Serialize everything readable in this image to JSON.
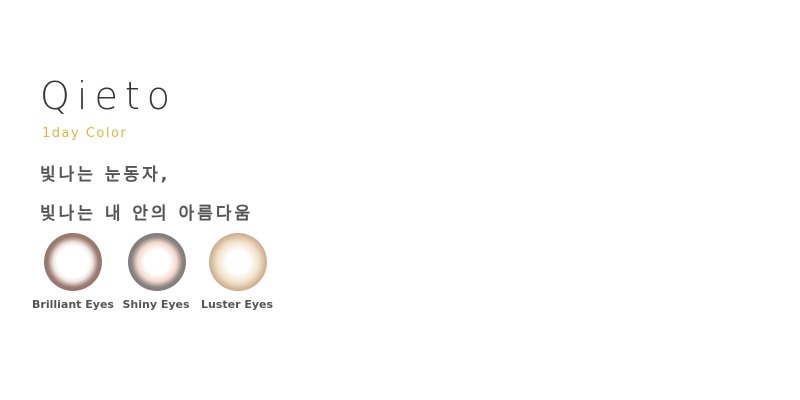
{
  "brand": "Qieto",
  "subtitle": "1day Color",
  "tagline": [
    "빛나는 눈동자,",
    "빛나는 내 안의 아름다움"
  ],
  "products": [
    {
      "name": "Brilliant Eyes",
      "color": "#8a6a5c"
    },
    {
      "name": "Shiny Eyes",
      "color": "#6e6a68"
    },
    {
      "name": "Luster Eyes",
      "color": "#b8916c"
    }
  ]
}
